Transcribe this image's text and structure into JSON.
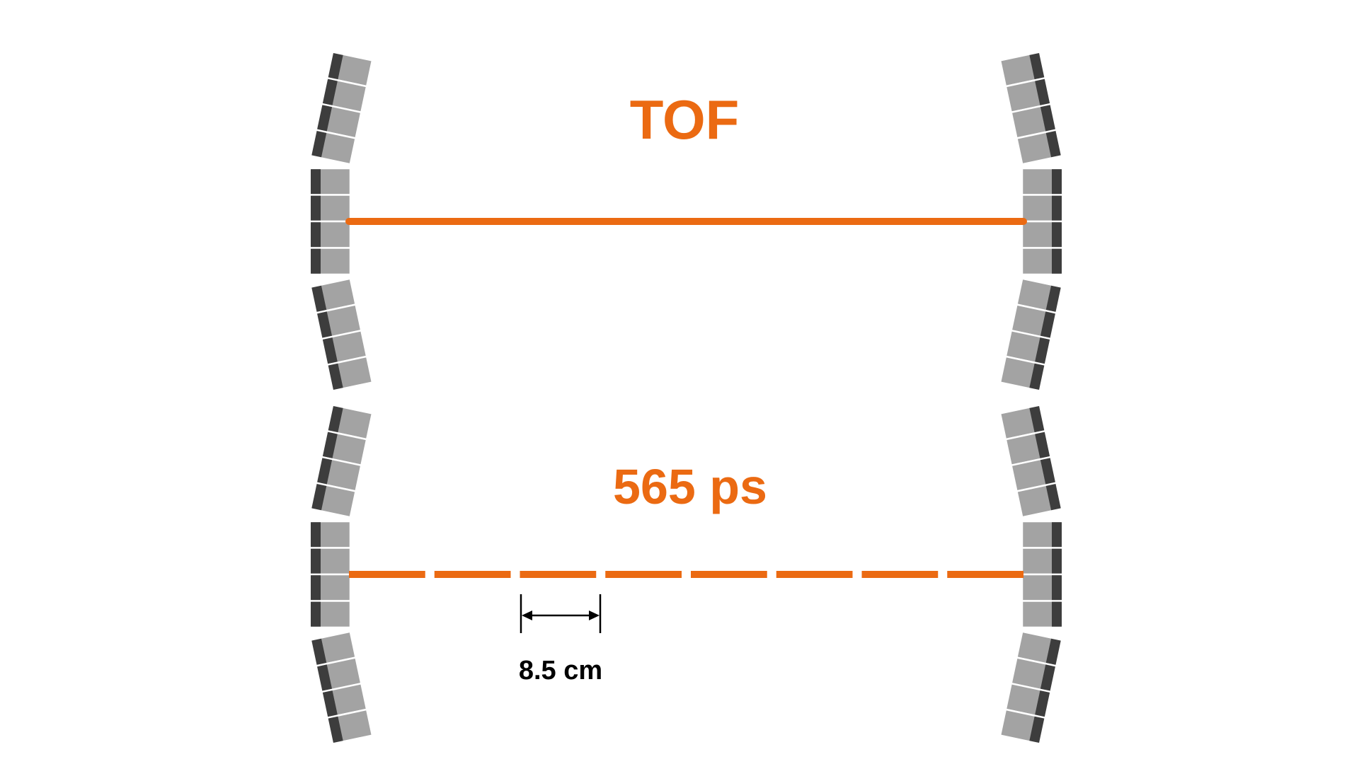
{
  "top_panel": {
    "label": "TOF",
    "line_style": "solid"
  },
  "bottom_panel": {
    "label": "565 ps",
    "line_style": "dashed",
    "dash_segments": 8,
    "spacing_label": "8.5 cm"
  },
  "colors": {
    "accent": "#EB6A12",
    "crystal_light": "#A3A3A3",
    "crystal_dark": "#3D3D3D",
    "crystal_gap": "#FFFFFF",
    "dimension": "#000000",
    "background": "#FFFFFF"
  }
}
